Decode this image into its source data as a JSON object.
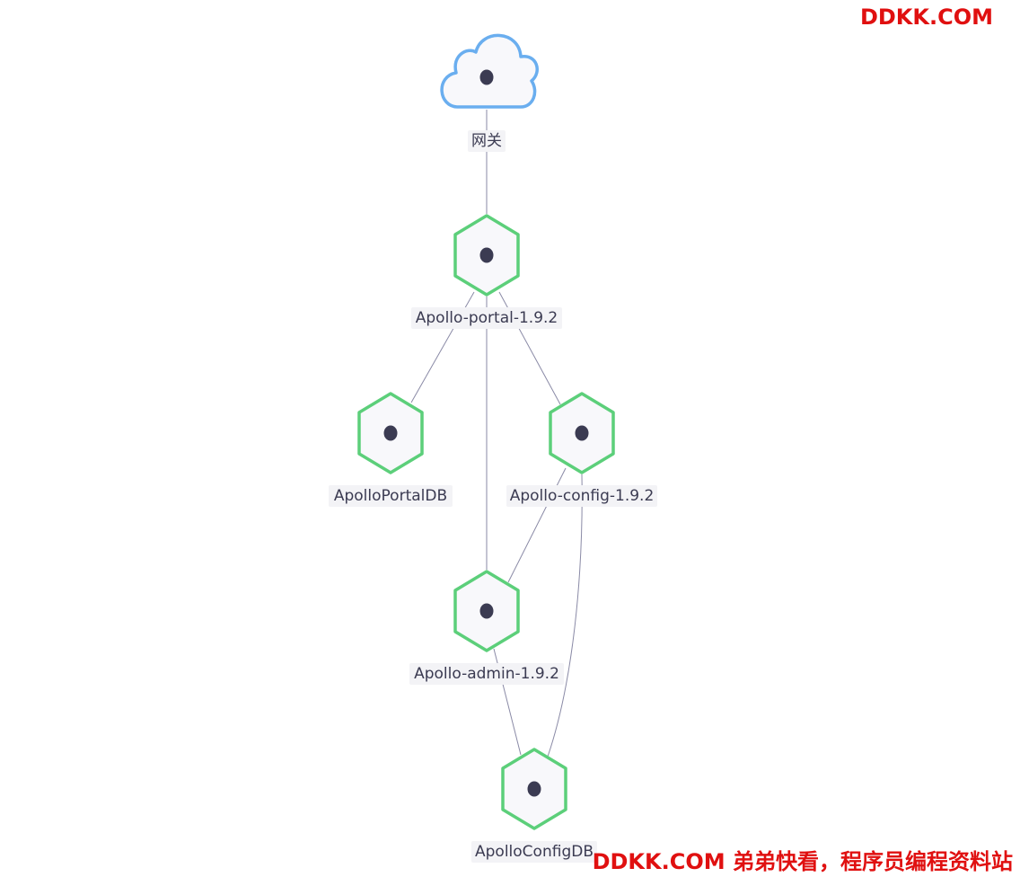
{
  "diagram": {
    "nodes": [
      {
        "id": "gateway",
        "label": "网关",
        "shape": "cloud-icon"
      },
      {
        "id": "portal",
        "label": "Apollo-portal-1.9.2",
        "shape": "hexagon-icon"
      },
      {
        "id": "portaldb",
        "label": "ApolloPortalDB",
        "shape": "hexagon-icon"
      },
      {
        "id": "config",
        "label": "Apollo-config-1.9.2",
        "shape": "hexagon-icon"
      },
      {
        "id": "admin",
        "label": "Apollo-admin-1.9.2",
        "shape": "hexagon-icon"
      },
      {
        "id": "configdb",
        "label": "ApolloConfigDB",
        "shape": "hexagon-icon"
      }
    ],
    "edges": [
      {
        "from": "gateway",
        "to": "portal"
      },
      {
        "from": "portal",
        "to": "portaldb"
      },
      {
        "from": "portal",
        "to": "config"
      },
      {
        "from": "portal",
        "to": "admin"
      },
      {
        "from": "config",
        "to": "admin"
      },
      {
        "from": "config",
        "to": "configdb"
      },
      {
        "from": "admin",
        "to": "configdb"
      }
    ],
    "colors": {
      "service_stroke": "#5ccf7a",
      "gateway_stroke": "#6aaeef",
      "node_fill": "#f8f8fb",
      "edge": "#8a8aa6",
      "dot": "#3b3b52",
      "label_text": "#3b3b52"
    }
  },
  "watermark": {
    "top": "DDKK.COM",
    "bottom": "DDKK.COM 弟弟快看，程序员编程资料站",
    "color": "#e01010"
  }
}
